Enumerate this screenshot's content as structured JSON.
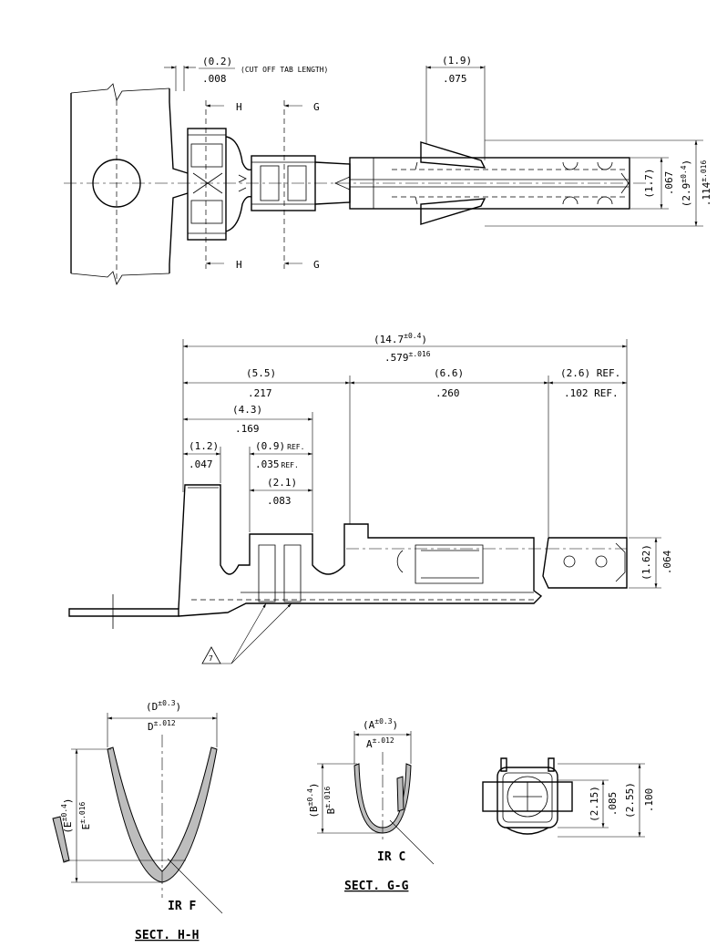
{
  "top_view": {
    "cutoff_mm": "(0.2)",
    "cutoff_in": ".008",
    "cutoff_note": "(CUT OFF TAB LENGTH)",
    "tab_mm": "(1.9)",
    "tab_in": ".075",
    "section_h": "H",
    "section_g": "G",
    "width_mm": "(1.7)",
    "width_in": ".067",
    "overall_w_mm": "(2.9",
    "overall_w_mm_tol": "±0.4",
    "overall_w_mm_close": ")",
    "overall_w_in": ".114",
    "overall_w_in_tol": "±.016"
  },
  "side_view": {
    "overall_mm": "(14.7",
    "overall_mm_tol": "±0.4",
    "overall_mm_close": ")",
    "overall_in": ".579",
    "overall_in_tol": "±.016",
    "d1_mm": "(5.5)",
    "d1_in": ".217",
    "d2_mm": "(6.6)",
    "d2_in": ".260",
    "d3_mm": "(2.6)",
    "d3_in": ".102",
    "ref": "REF.",
    "d4_mm": "(4.3)",
    "d4_in": ".169",
    "d5_mm": "(1.2)",
    "d5_in": ".047",
    "d6_mm": "(0.9)",
    "d6_in": ".035",
    "d7_mm": "(2.1)",
    "d7_in": ".083",
    "h_mm": "(1.62)",
    "h_in": ".064",
    "note_number": "7"
  },
  "sect_h": {
    "title": "SECT. H-H",
    "d_mm": "(D",
    "d_mm_tol": "±0.3",
    "d_mm_close": ")",
    "d_in": "D",
    "d_in_tol": "±.012",
    "e_mm": "(E",
    "e_mm_tol": "±0.4",
    "e_mm_close": ")",
    "e_in": "E",
    "e_in_tol": "±.016",
    "radius": "IR F"
  },
  "sect_g": {
    "title": "SECT. G-G",
    "a_mm": "(A",
    "a_mm_tol": "±0.3",
    "a_mm_close": ")",
    "a_in": "A",
    "a_in_tol": "±.012",
    "b_mm": "(B",
    "b_mm_tol": "±0.4",
    "b_mm_close": ")",
    "b_in": "B",
    "b_in_tol": "±.016",
    "radius": "IR C"
  },
  "end_view": {
    "h1_mm": "(2.15)",
    "h1_in": ".085",
    "h2_mm": "(2.55)",
    "h2_in": ".100"
  }
}
